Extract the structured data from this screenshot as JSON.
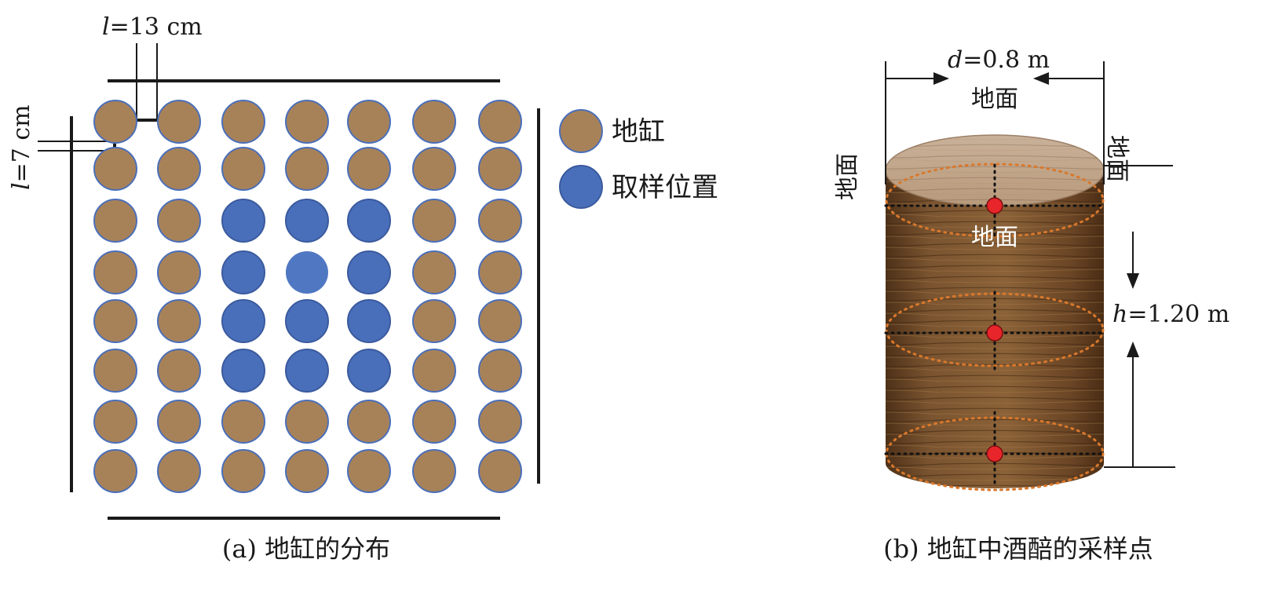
{
  "panel_a": {
    "caption": "(a) 地缸的分布",
    "spacing_h_label_var": "l",
    "spacing_h_label_val": "=13 cm",
    "spacing_v_label_var": "l",
    "spacing_v_label_val": "=7 cm",
    "legend": [
      {
        "label": "地缸",
        "color": "#a78259"
      },
      {
        "label": "取样位置",
        "color": "#4a6fba"
      }
    ],
    "grid": {
      "rows": 8,
      "cols": 7,
      "sampled_cells": [
        [
          2,
          2
        ],
        [
          2,
          3
        ],
        [
          2,
          4
        ],
        [
          3,
          2
        ],
        [
          3,
          3
        ],
        [
          3,
          4
        ],
        [
          4,
          2
        ],
        [
          4,
          3
        ],
        [
          4,
          4
        ],
        [
          5,
          2
        ],
        [
          5,
          3
        ],
        [
          5,
          4
        ]
      ],
      "highlight_cell": [
        3,
        3
      ]
    }
  },
  "panel_b": {
    "caption": "(b) 地缸中酒醅的采样点",
    "diameter_label_var": "d",
    "diameter_label_val": "=0.8 m",
    "height_label_var": "h",
    "height_label_val": "=1.20 m",
    "ground_top": "地面",
    "ground_left": "地面",
    "ground_right": "地面",
    "ground_inner": "地面",
    "sample_points": 3,
    "point_color": "#e8252a",
    "ellipse_color": "#d9782c",
    "wood_color": "#7a5430"
  }
}
